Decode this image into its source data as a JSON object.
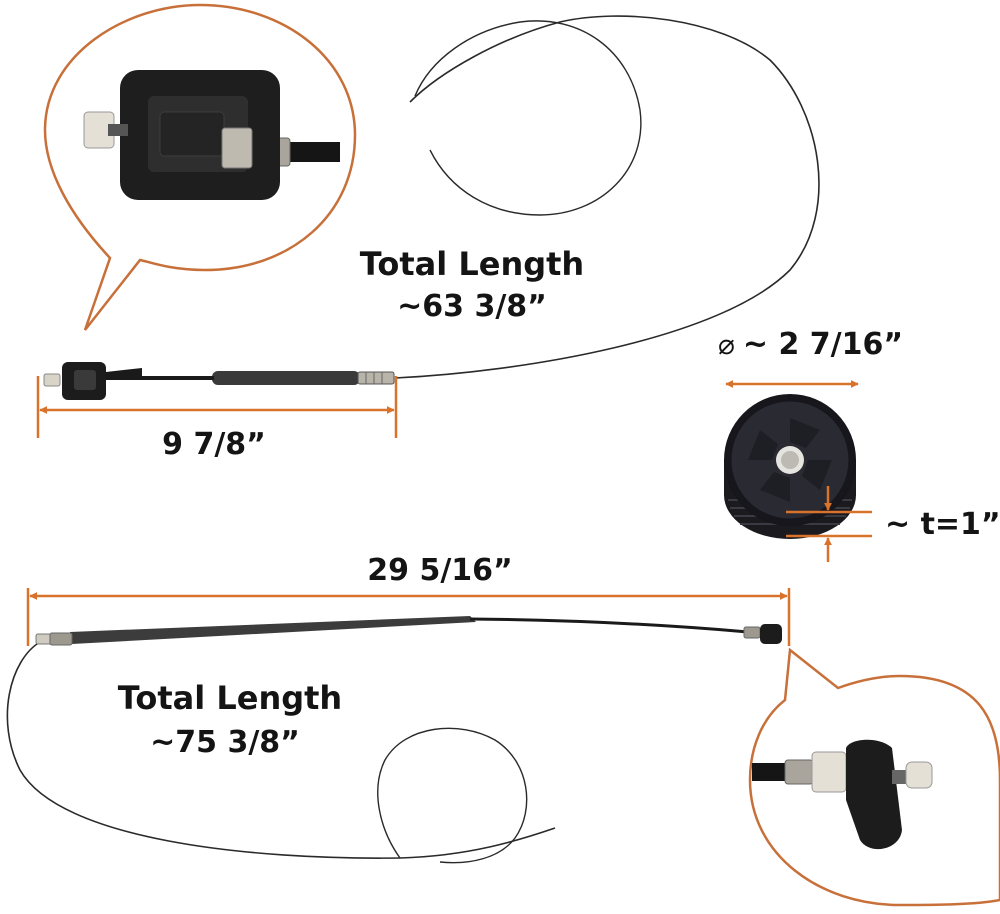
{
  "top_cable": {
    "total_length_label": "Total Length",
    "total_length_value": "~63 3/8”",
    "sheath_dimension": "9 7/8”"
  },
  "bottom_cable": {
    "total_length_label": "Total Length",
    "total_length_value": "~75 3/8”",
    "sheath_dimension": "29 5/16”"
  },
  "pulley": {
    "diameter_symbol": "⌀",
    "diameter_value": "~ 2 7/16”",
    "thickness": "~ t=1”"
  },
  "colors": {
    "dimension_line": "#d9732b",
    "callout_outline": "#c8703a",
    "cable": "#2a2a2a",
    "text": "#141414"
  },
  "icons": [
    "cable-end-fitting-icon",
    "pulley-drum-icon"
  ]
}
